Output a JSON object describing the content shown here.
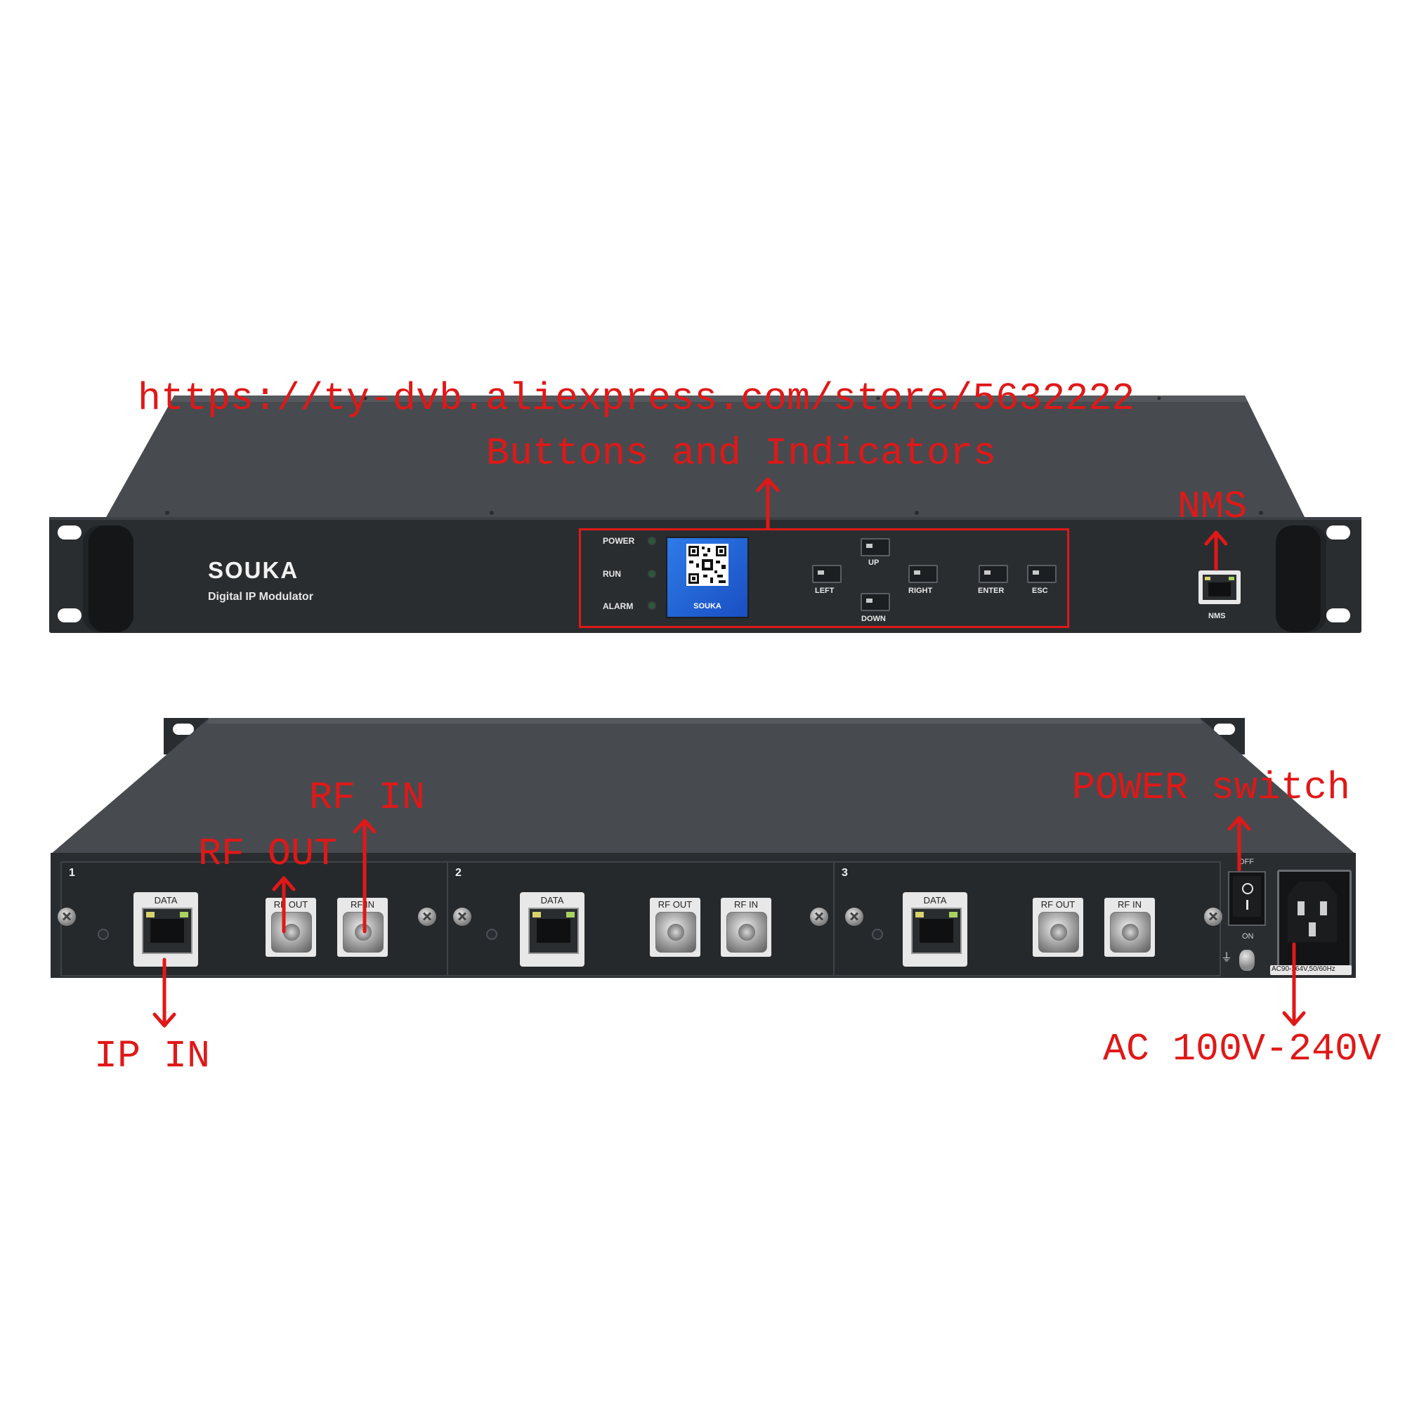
{
  "annotations": {
    "store_url": "https://ty-dvb.aliexpress.com/store/5632222",
    "buttons_and_indicators": "Buttons and Indicators",
    "nms": "NMS",
    "rf_in": "RF IN",
    "rf_out": "RF OUT",
    "power_switch": "POWER switch",
    "ip_in": "IP IN",
    "ac_voltage": "AC 100V-240V"
  },
  "front_panel": {
    "brand": "SOUKA",
    "subtitle": "Digital IP Modulator",
    "indicators": [
      "POWER",
      "RUN",
      "ALARM"
    ],
    "screen_brand": "SOUKA",
    "buttons": {
      "up": "UP",
      "left": "LEFT",
      "right": "RIGHT",
      "down": "DOWN",
      "enter": "ENTER",
      "esc": "ESC"
    },
    "nms_label": "NMS"
  },
  "rear_panel": {
    "slots": [
      {
        "number": "1",
        "data": "DATA",
        "rf_out": "RF OUT",
        "rf_in": "RF IN"
      },
      {
        "number": "2",
        "data": "DATA",
        "rf_out": "RF OUT",
        "rf_in": "RF IN"
      },
      {
        "number": "3",
        "data": "DATA",
        "rf_out": "RF OUT",
        "rf_in": "RF IN"
      }
    ],
    "switch_off": "OFF",
    "switch_on": "ON",
    "power_rating": "AC90-264V,50/60Hz"
  },
  "colors": {
    "annotation": "#e01818",
    "chassis": "#3b3f43",
    "panel": "#26292c"
  }
}
